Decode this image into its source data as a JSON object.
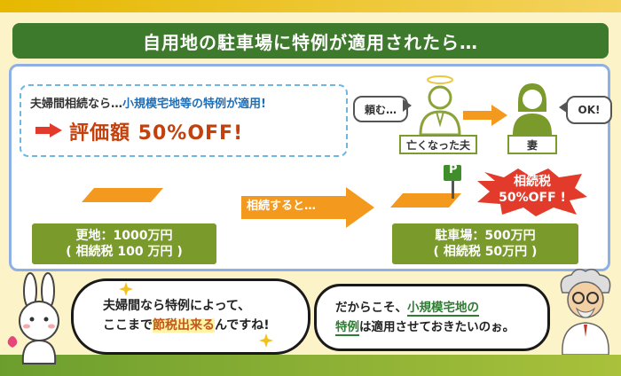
{
  "title": "自用地の駐車場に特例が適用されたら…",
  "tokurei": {
    "line1_prefix": "夫婦間相続なら…",
    "line1_highlight": "小規模宅地等の特例が適用!",
    "line2": "評価額 50%OFF!"
  },
  "people": {
    "request_bubble": "頼む…",
    "ok_bubble": "OK!",
    "deceased_label": "亡くなった夫",
    "wife_label": "妻"
  },
  "before": {
    "line1": "更地：1000万円",
    "line2": "( 相続税 100 万円 )"
  },
  "arrow_label": "相続すると…",
  "after": {
    "line1": "駐車場：500万円",
    "line2": "( 相続税 50万円 )",
    "sign_letter": "P"
  },
  "burst": {
    "line1": "相続税",
    "line2": "50%OFF !"
  },
  "dialogue": {
    "rabbit_line1": "夫婦間なら特例によって、",
    "rabbit_line2_pre": "ここまで",
    "rabbit_line2_hl": "節税出来る",
    "rabbit_line2_post": "んですね!",
    "doctor_line1_pre": "だからこそ、",
    "doctor_line1_hl": "小規模宅地の",
    "doctor_line2_hl": "特例",
    "doctor_line2_post": "は適用させておきたいのぉ。"
  },
  "colors": {
    "title_bg": "#3e7a2c",
    "accent_orange": "#f39a1e",
    "green_box": "#7a9a2c",
    "burst_red": "#e23b2b"
  }
}
